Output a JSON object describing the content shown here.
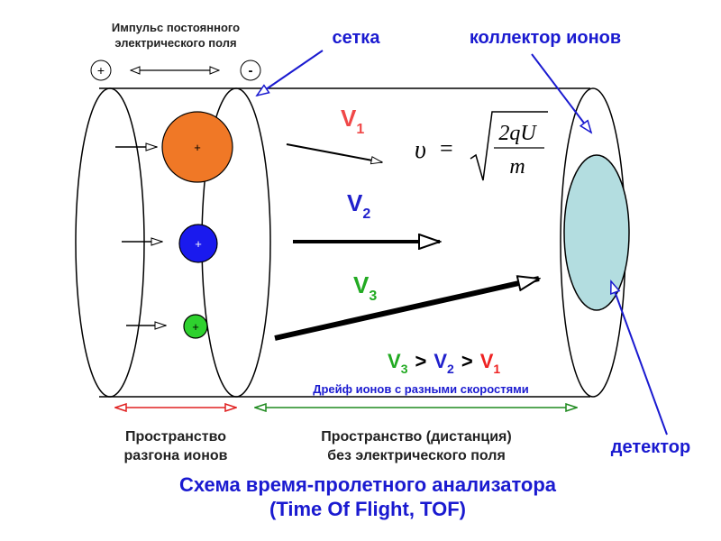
{
  "pulse_label_1": "Импульс постоянного",
  "pulse_label_2": "электрического поля",
  "plus_terminal": "+",
  "minus_terminal": "-",
  "grid_label": "сетка",
  "collector_label": "коллектор ионов",
  "detector_label": "детектор",
  "ions": [
    {
      "sign": "+",
      "color": "#f07826"
    },
    {
      "sign": "+",
      "color": "#1a1aee"
    },
    {
      "sign": "+",
      "color": "#2ed12e"
    }
  ],
  "velocity_labels": [
    {
      "letter": "V",
      "sub": "1",
      "color": "#f04848"
    },
    {
      "letter": "V",
      "sub": "2",
      "color": "#2020cc"
    },
    {
      "letter": "V",
      "sub": "3",
      "color": "#22aa22"
    }
  ],
  "formula": {
    "lhs": "υ",
    "eq": "=",
    "numerator": "2qU",
    "denominator": "m"
  },
  "inequality": {
    "terms": [
      {
        "letter": "V",
        "sub": "3",
        "color": "#22aa22"
      },
      {
        "letter": "V",
        "sub": "2",
        "color": "#2020cc"
      },
      {
        "letter": "V",
        "sub": "1",
        "color": "#ee2222"
      }
    ],
    "op": ">"
  },
  "drift_label": "Дрейф ионов с разными скоростями",
  "accel_space_1": "Пространство",
  "accel_space_2": "разгона ионов",
  "free_space_1": "Пространство  (дистанция)",
  "free_space_2": "без электрического поля",
  "title_1": "Схема время-пролетного анализатора",
  "title_2": "(Time Of Flight, TOF)",
  "colors": {
    "blue": "#1a1ad0",
    "red": "#e02020",
    "green": "#1f8a1f",
    "detector_fill": "#b3dde0"
  }
}
